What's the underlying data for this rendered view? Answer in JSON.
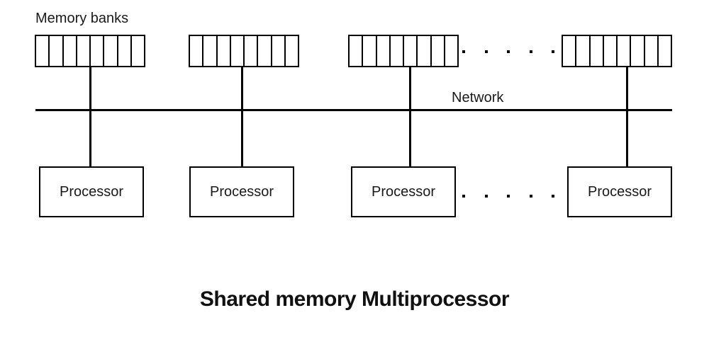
{
  "title": "Shared memory Multiprocessor",
  "labels": {
    "memory_banks": "Memory banks",
    "network": "Network"
  },
  "memory_banks": {
    "count": 4,
    "cells_per_bank": 8
  },
  "processors": [
    {
      "label": "Processor"
    },
    {
      "label": "Processor"
    },
    {
      "label": "Processor"
    },
    {
      "label": "Processor"
    }
  ],
  "ellipsis": {
    "count": 5,
    "rows": 2
  },
  "colors": {
    "line": "#000000",
    "background": "#ffffff",
    "text": "#1a1a1a"
  }
}
